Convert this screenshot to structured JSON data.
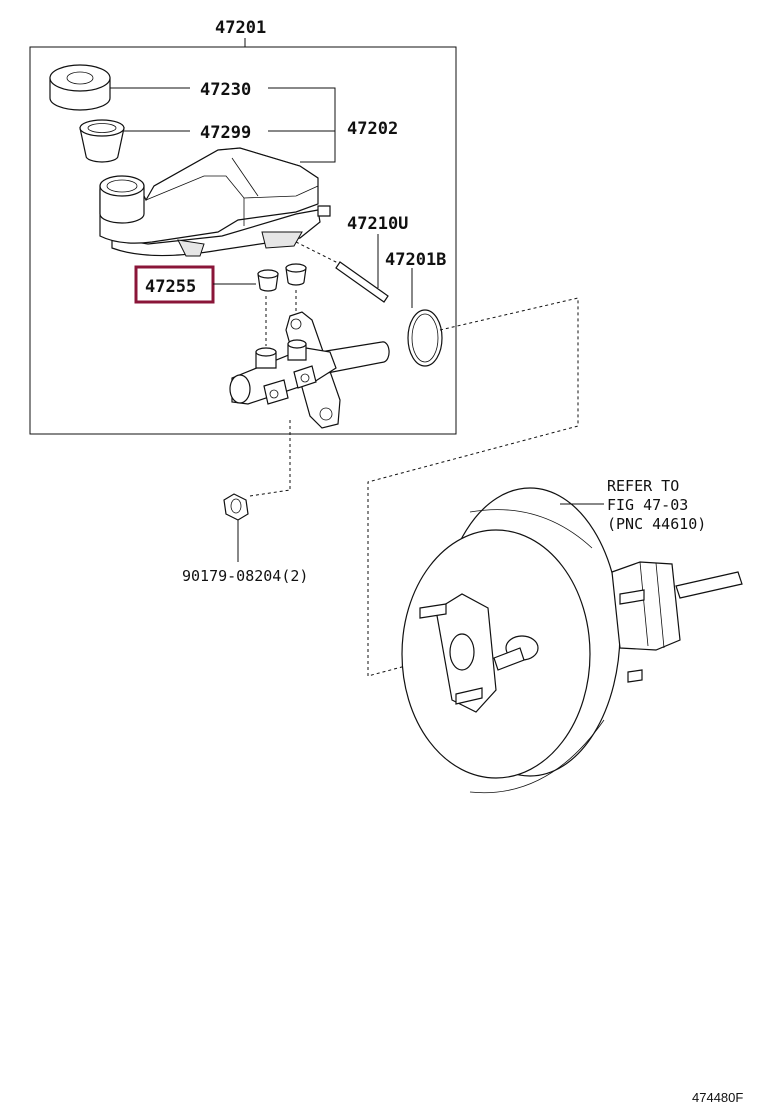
{
  "figure_id": "474480F",
  "highlight_color": "#8a1538",
  "callouts": {
    "assembly": "47201",
    "reservoir_cap": "47230",
    "cap_strainer": "47299",
    "reservoir_sub_assy": "47202",
    "grommet": "47255",
    "reservoir_pin": "47210U",
    "o_ring": "47201B",
    "nut": "90179-08204(2)"
  },
  "refer_note": {
    "line1": "REFER TO",
    "line2": "FIG 47-03",
    "line3": "(PNC 44610)"
  }
}
